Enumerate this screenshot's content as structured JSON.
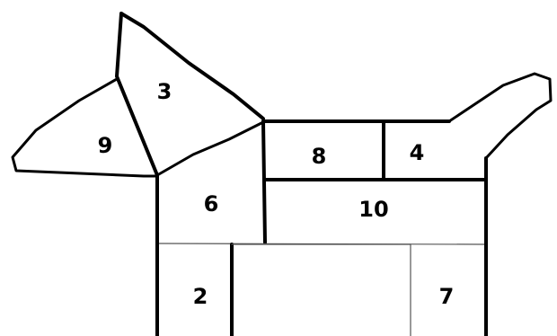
{
  "diagram": {
    "regions": [
      {
        "id": "region-3",
        "label": "3"
      },
      {
        "id": "region-9",
        "label": "9"
      },
      {
        "id": "region-8",
        "label": "8"
      },
      {
        "id": "region-4",
        "label": "4"
      },
      {
        "id": "region-6",
        "label": "6"
      },
      {
        "id": "region-10",
        "label": "10"
      },
      {
        "id": "region-2",
        "label": "2"
      },
      {
        "id": "region-7",
        "label": "7"
      }
    ]
  }
}
